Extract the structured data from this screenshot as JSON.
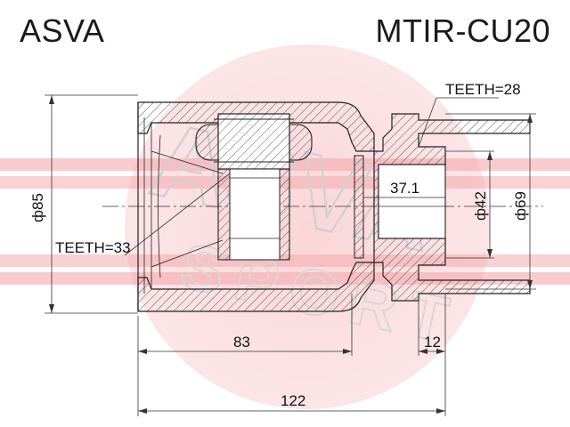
{
  "header": {
    "brand": "ASVA",
    "part_number": "MTIR-CU20"
  },
  "watermark": {
    "line1": "ASVA",
    "line2": "SPORT",
    "color": "#e8323c"
  },
  "annotations": {
    "teeth_outer": "TEETH=28",
    "teeth_inner": "TEETH=33",
    "dia_overall": "ф85",
    "dia_flange": "ф69",
    "dia_bore": "ф42",
    "bore_depth": "37.1",
    "len_main": "83",
    "len_stub": "12",
    "len_total": "122"
  },
  "colors": {
    "line": "#222222",
    "hatch": "#555555",
    "dim": "#333333"
  }
}
